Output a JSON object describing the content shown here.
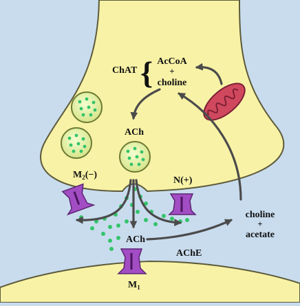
{
  "colors": {
    "background": "#c9dcee",
    "neuron_fill": "#f8f2a6",
    "neuron_stroke": "#5c5a3a",
    "receptor": "#a24dc3",
    "ach_molecule": "#34c46a",
    "arrow": "#4b4b4b",
    "mitochondrion": "#d0485e"
  },
  "labels": {
    "chat": "ChAT",
    "brace": "{",
    "acetyl_coa": "AcCoA",
    "plus_top": "+",
    "choline_top": "choline",
    "ach_vesicle": "ACh",
    "m2_base": "M",
    "m2_sub": "2",
    "m2_sign": "(−)",
    "nicotinic": "N(+)",
    "ach_cleft": "ACh",
    "ache": "AChE",
    "choline_right": "choline",
    "plus_right": "+",
    "acetate": "acetate",
    "m1_base": "M",
    "m1_sub": "1"
  }
}
